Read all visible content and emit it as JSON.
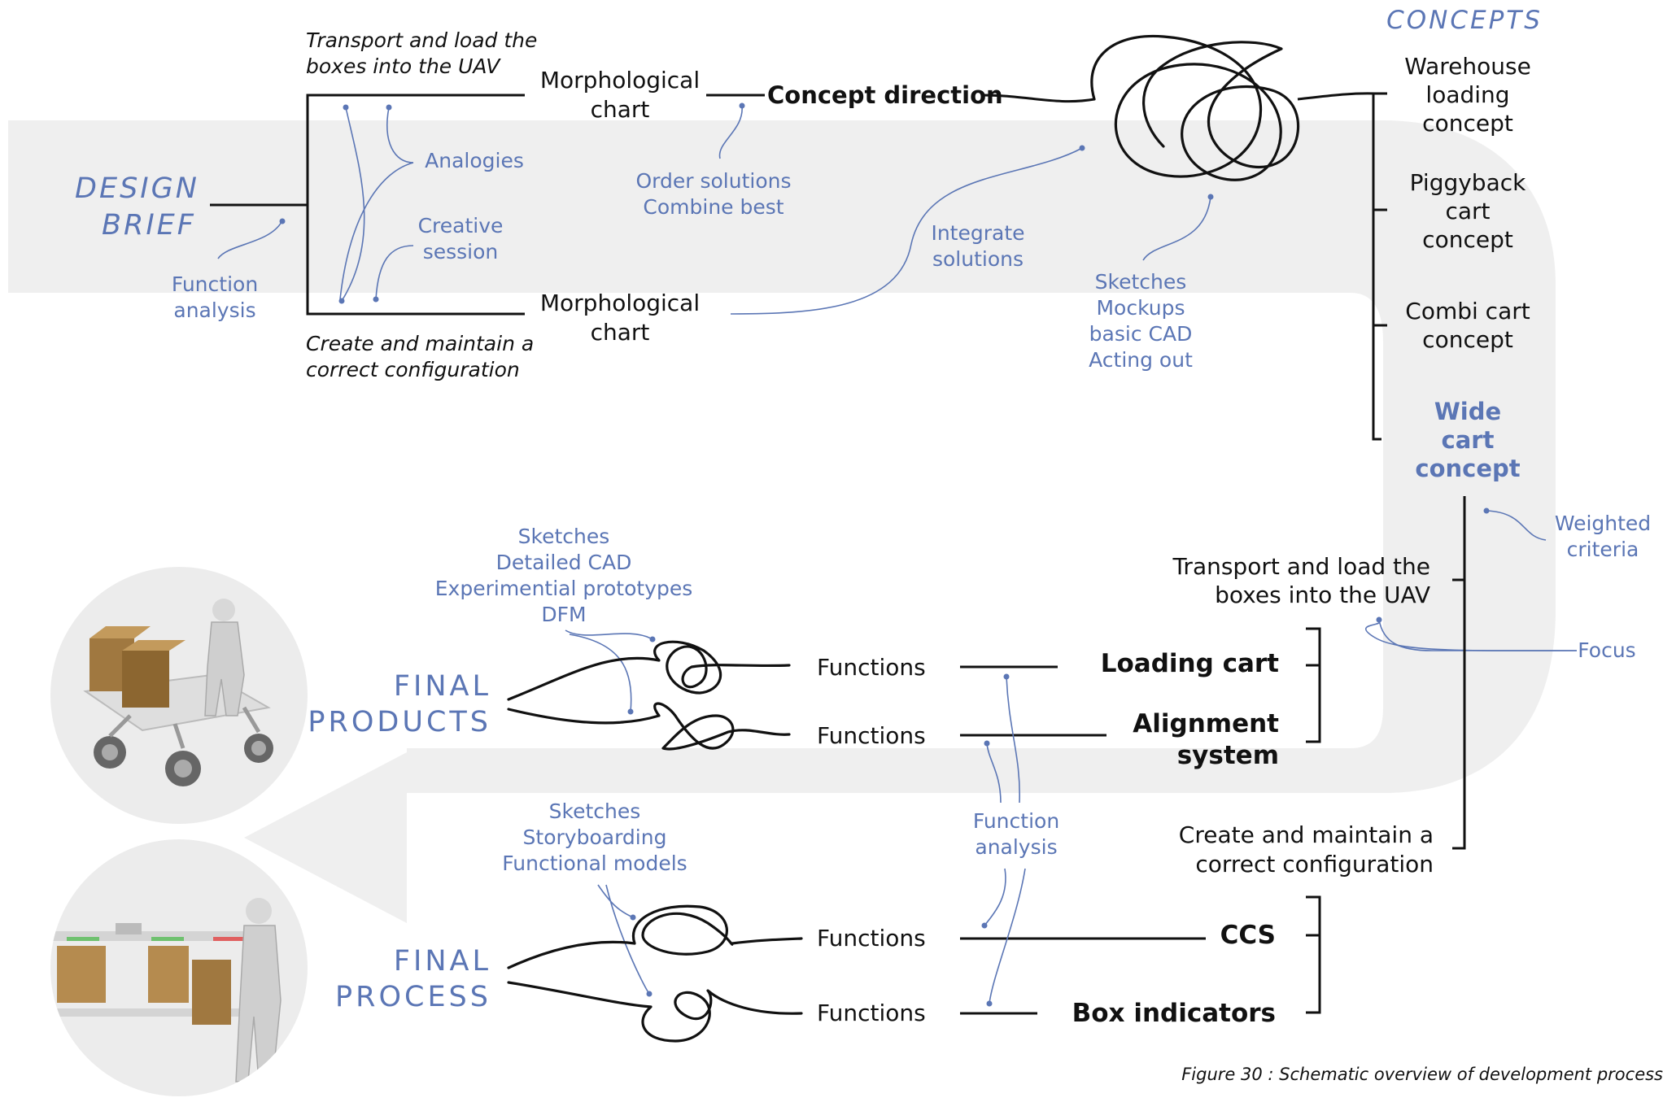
{
  "colors": {
    "accent": "#5b76b5",
    "line": "#111111",
    "band": "#efefef"
  },
  "top": {
    "design_brief": [
      "DESIGN",
      "BRIEF"
    ],
    "brief_note": [
      "Function",
      "analysis"
    ],
    "sub_top": [
      "Transport and load the",
      "boxes into the UAV"
    ],
    "sub_bottom": [
      "Create and maintain a",
      "correct configuration"
    ],
    "analogies": "Analogies",
    "creative": [
      "Creative",
      "session"
    ],
    "morph_top": [
      "Morphological",
      "chart"
    ],
    "morph_bottom": [
      "Morphological",
      "chart"
    ],
    "order": [
      "Order solutions",
      "Combine best"
    ],
    "concept_direction": "Concept direction",
    "integrate": [
      "Integrate",
      "solutions"
    ],
    "sketches": [
      "Sketches",
      "Mockups",
      "basic CAD",
      "Acting out"
    ]
  },
  "concepts": {
    "title": "CONCEPTS",
    "items": [
      [
        "Warehouse",
        "loading",
        "concept"
      ],
      [
        "Piggyback",
        "cart",
        "concept"
      ],
      [
        "Combi cart",
        "concept"
      ],
      [
        "Wide",
        "cart",
        "concept"
      ]
    ],
    "weighted": [
      "Weighted",
      "criteria"
    ],
    "focus": "Focus"
  },
  "bottom": {
    "wide_top": [
      "Transport and load the",
      "boxes into the UAV"
    ],
    "wide_bottom": [
      "Create and maintain a",
      "correct configuration"
    ],
    "products": [
      "FINAL",
      "PRODUCTS"
    ],
    "process": [
      "FINAL",
      "PROCESS"
    ],
    "prod_tools": [
      "Sketches",
      "Detailed CAD",
      "Experimential prototypes",
      "DFM"
    ],
    "proc_tools": [
      "Sketches",
      "Storyboarding",
      "Functional models"
    ],
    "functions": "Functions",
    "function_analysis": [
      "Function",
      "analysis"
    ],
    "loading_cart": "Loading cart",
    "alignment": [
      "Alignment",
      "system"
    ],
    "ccs": "CCS",
    "box_indicators": "Box indicators"
  },
  "caption": "Figure 30 : Schematic overview of development process"
}
